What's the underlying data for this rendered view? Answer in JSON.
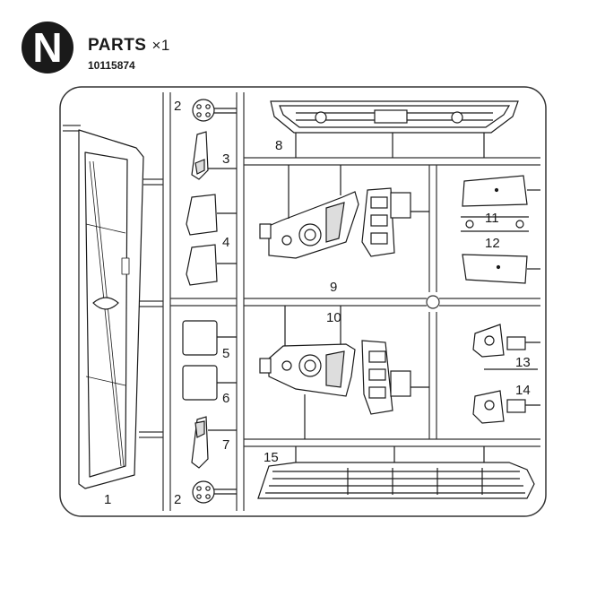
{
  "header": {
    "letter": "N",
    "title": "PARTS",
    "multiplier": "×1",
    "code": "10115874"
  },
  "labels": {
    "p1": "1",
    "p2a": "2",
    "p2b": "2",
    "p3": "3",
    "p4": "4",
    "p5": "5",
    "p6": "6",
    "p7": "7",
    "p8": "8",
    "p9": "9",
    "p10": "10",
    "p11": "11",
    "p12": "12",
    "p13": "13",
    "p14": "14",
    "p15": "15"
  },
  "colors": {
    "line": "#1a1a1a",
    "frame": "#333333",
    "part_fill": "#ffffff",
    "shade": "#dddddd"
  }
}
